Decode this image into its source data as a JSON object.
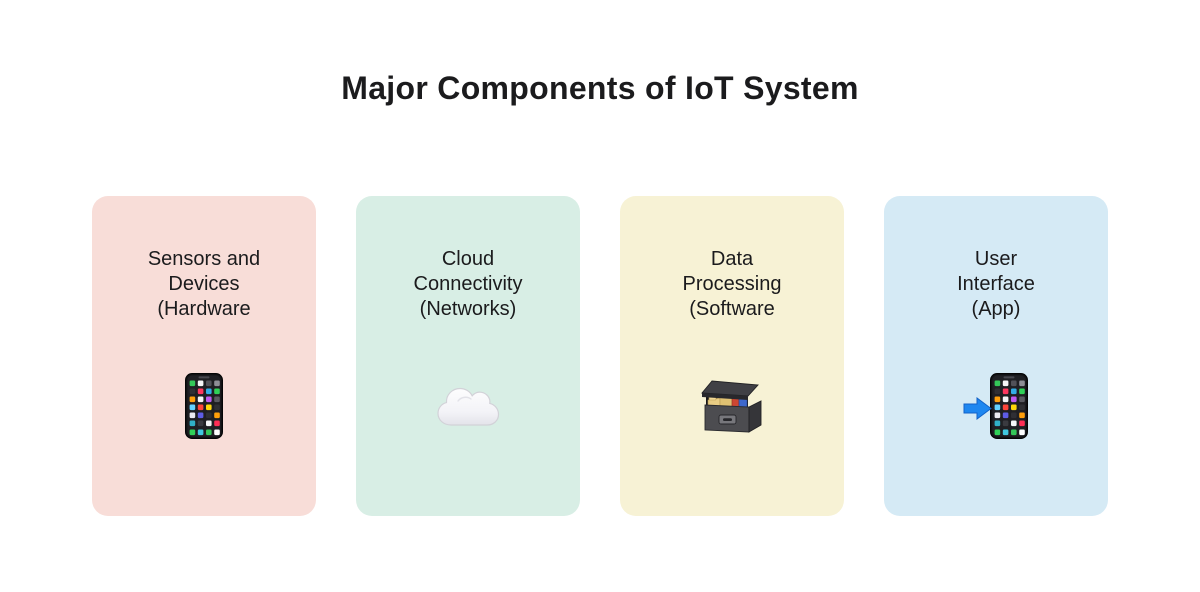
{
  "page": {
    "title": "Major Components of IoT System",
    "background": "#ffffff",
    "text_color": "#1b1b1d"
  },
  "cards": [
    {
      "name": "sensors-and-devices",
      "label": "Sensors and Devices (Hardware",
      "lines": [
        "Sensors and",
        "Devices",
        "(Hardware"
      ],
      "icon": "smartphone-icon",
      "icon_unicode": "📱",
      "bg": "#f8ddd8"
    },
    {
      "name": "cloud-connectivity",
      "label": "Cloud Connectivity (Networks)",
      "lines": [
        "Cloud",
        "Connectivity",
        "(Networks)"
      ],
      "icon": "cloud-icon",
      "icon_unicode": "☁️",
      "bg": "#d8eee5"
    },
    {
      "name": "data-processing",
      "label": "Data Processing (Software",
      "lines": [
        "Data",
        "Processing",
        "(Software"
      ],
      "icon": "card-file-box-icon",
      "icon_unicode": "🗃️",
      "bg": "#f7f2d5"
    },
    {
      "name": "user-interface",
      "label": "User Interface (App)",
      "lines": [
        "User",
        "Interface",
        "(App)"
      ],
      "icon": "smartphone-with-arrow-icon",
      "icon_unicode": "📲",
      "bg": "#d5eaf5"
    }
  ]
}
